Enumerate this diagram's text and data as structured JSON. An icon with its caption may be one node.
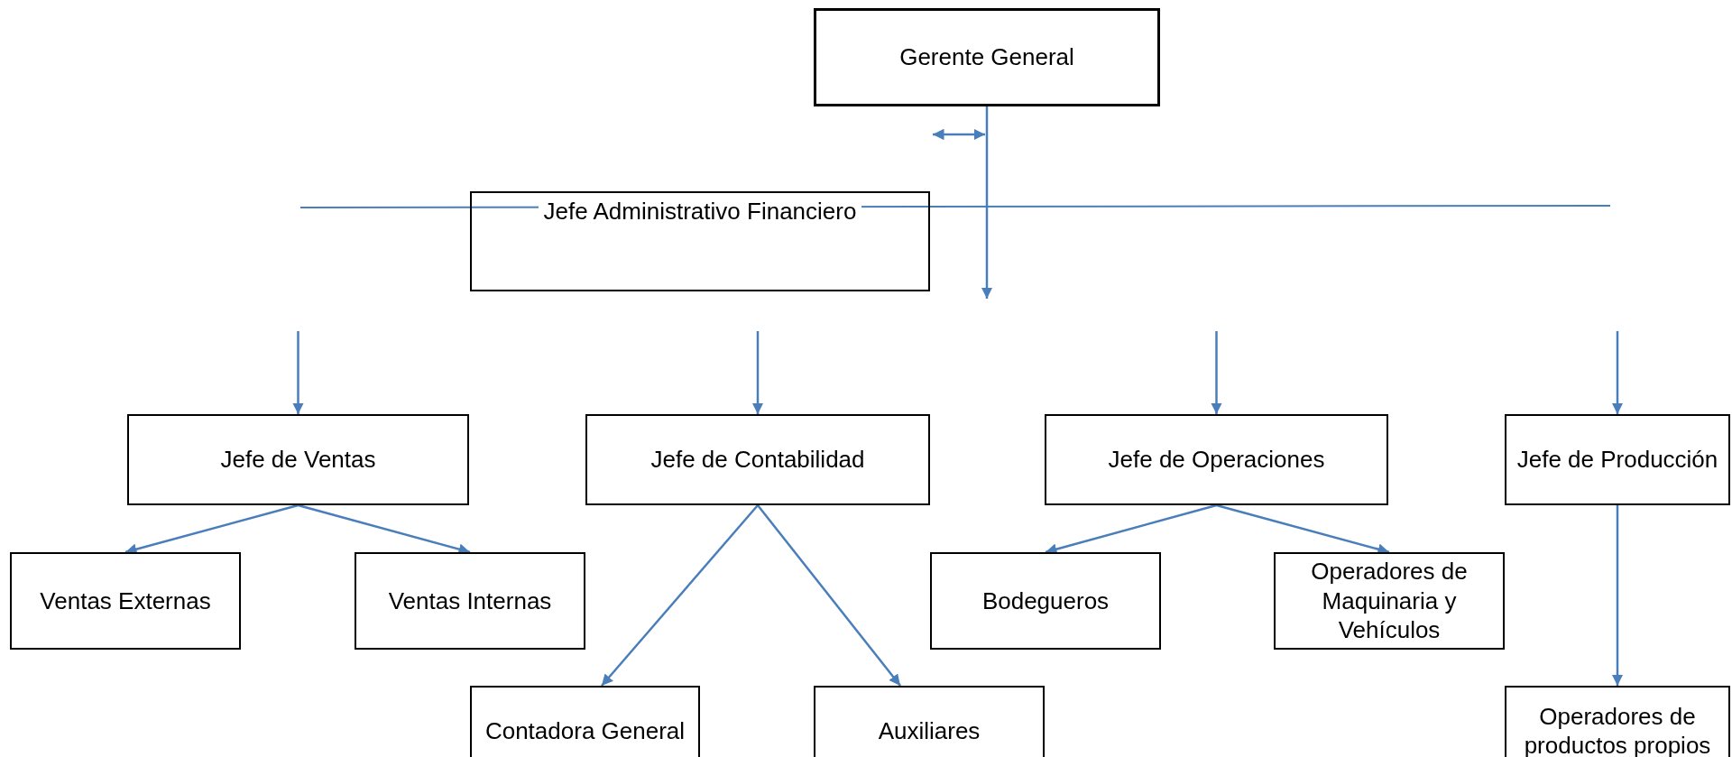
{
  "diagram": {
    "nodes": [
      {
        "text": [
          "Gerente General"
        ]
      },
      {
        "text": [
          "Jefe Administrativo Financiero"
        ]
      },
      {
        "text": [
          "Jefe de Ventas"
        ]
      },
      {
        "text": [
          "Jefe de Contabilidad"
        ]
      },
      {
        "text": [
          "Jefe de Operaciones"
        ]
      },
      {
        "text": [
          "Jefe de Producción"
        ]
      },
      {
        "text": [
          "Ventas Externas"
        ]
      },
      {
        "text": [
          "Ventas Internas"
        ]
      },
      {
        "text": [
          "Bodegueros"
        ]
      },
      {
        "text": [
          "Operadores de Maquinaria y Vehículos"
        ]
      },
      {
        "text": [
          "Contadora General"
        ]
      },
      {
        "text": [
          "Auxiliares"
        ]
      },
      {
        "text": [
          "Operadores de productos propios"
        ]
      }
    ],
    "edges": [
      {
        "from": 0,
        "to": null,
        "arrow": "to"
      },
      {
        "from": null,
        "to": 2,
        "arrow": "to"
      },
      {
        "from": null,
        "to": 3,
        "arrow": "to"
      },
      {
        "from": null,
        "to": 4,
        "arrow": "to"
      },
      {
        "from": null,
        "to": 5,
        "arrow": "to"
      },
      {
        "from": 2,
        "to": 6,
        "arrow": "to"
      },
      {
        "from": 2,
        "to": 7,
        "arrow": "to"
      },
      {
        "from": 3,
        "to": 10,
        "arrow": "to"
      },
      {
        "from": 3,
        "to": 11,
        "arrow": "to"
      },
      {
        "from": 4,
        "to": 8,
        "arrow": "to"
      },
      {
        "from": 4,
        "to": 9,
        "arrow": "to"
      },
      {
        "from": 5,
        "to": 12,
        "arrow": "to"
      }
    ]
  }
}
